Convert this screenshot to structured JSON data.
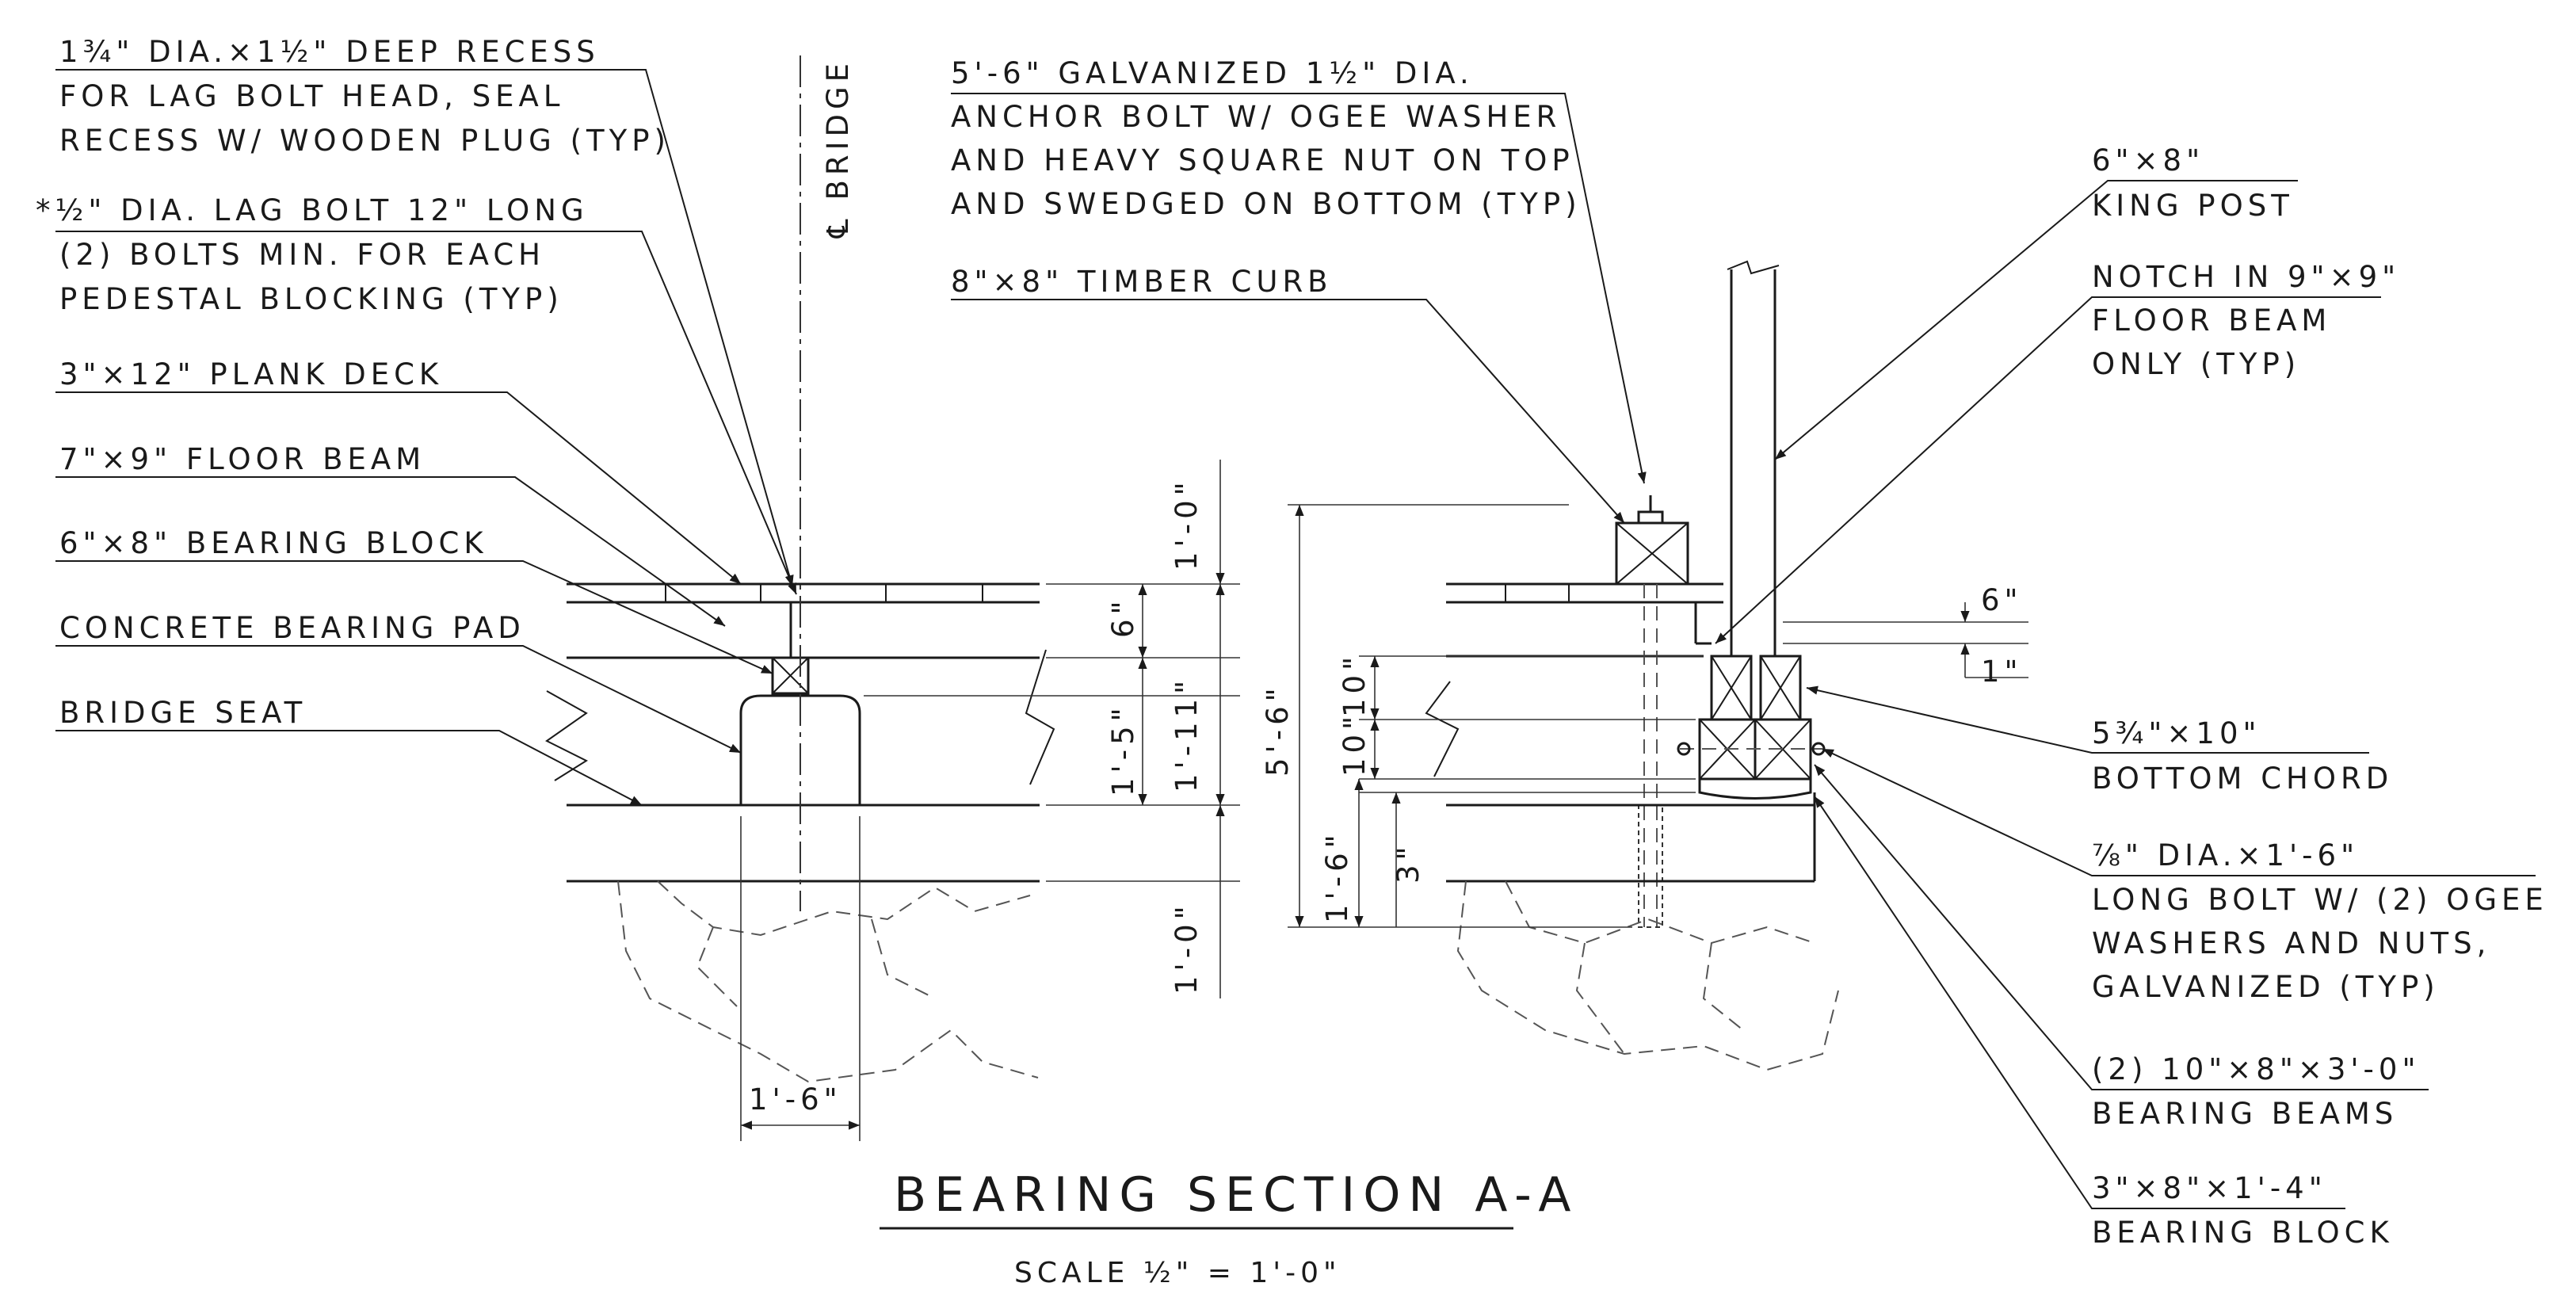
{
  "title": "BEARING SECTION A-A",
  "scale": "SCALE ½\" =  1'-0\"",
  "centerline": "℄ BRIDGE",
  "left_notes": {
    "recess": [
      "1¾\" DIA.×1½\" DEEP RECESS",
      "FOR LAG BOLT HEAD, SEAL",
      "RECESS W/ WOODEN PLUG (TYP)"
    ],
    "lag_bolt": [
      "*½\" DIA. LAG BOLT 12\" LONG",
      "(2) BOLTS MIN. FOR EACH",
      "PEDESTAL BLOCKING (TYP)"
    ],
    "plank_deck": "3\"×12\" PLANK DECK",
    "floor_beam": "7\"×9\" FLOOR BEAM",
    "bearing_block": "6\"×8\" BEARING BLOCK",
    "concrete_pad": "CONCRETE BEARING PAD",
    "bridge_seat": "BRIDGE SEAT"
  },
  "left_dims": {
    "top": "1'-0\"",
    "six": "6\"",
    "one_five": "1'-5\"",
    "one_eleven": "1'-11\"",
    "bottom": "1'-0\"",
    "width": "1'-6\""
  },
  "right_notes": {
    "anchor_bolt": [
      "5'-6\" GALVANIZED 1½\" DIA.",
      "ANCHOR BOLT W/ OGEE WASHER",
      "AND HEAVY SQUARE NUT ON TOP",
      "AND SWEDGED ON BOTTOM (TYP)"
    ],
    "timber_curb": "8\"×8\" TIMBER CURB",
    "king_post": [
      "6\"×8\"",
      "KING POST"
    ],
    "notch": [
      "NOTCH IN 9\"×9\"",
      "FLOOR BEAM",
      "ONLY (TYP)"
    ],
    "bottom_chord": [
      "5¾\"×10\"",
      "BOTTOM CHORD"
    ],
    "long_bolt": [
      "⅞\" DIA.×1'-6\"",
      "LONG BOLT W/ (2) OGEE",
      "WASHERS AND NUTS,",
      "GALVANIZED (TYP)"
    ],
    "bearing_beams": [
      "(2) 10\"×8\"×3'-0\"",
      "BEARING BEAMS"
    ],
    "bearing_block": [
      "3\"×8\"×1'-4\"",
      "BEARING BLOCK"
    ]
  },
  "right_dims": {
    "total": "5'-6\"",
    "ten_a": "10\"",
    "ten_b": "10\"",
    "one_six": "1'-6\"",
    "three": "3\"",
    "six": "6\"",
    "one": "1\""
  }
}
